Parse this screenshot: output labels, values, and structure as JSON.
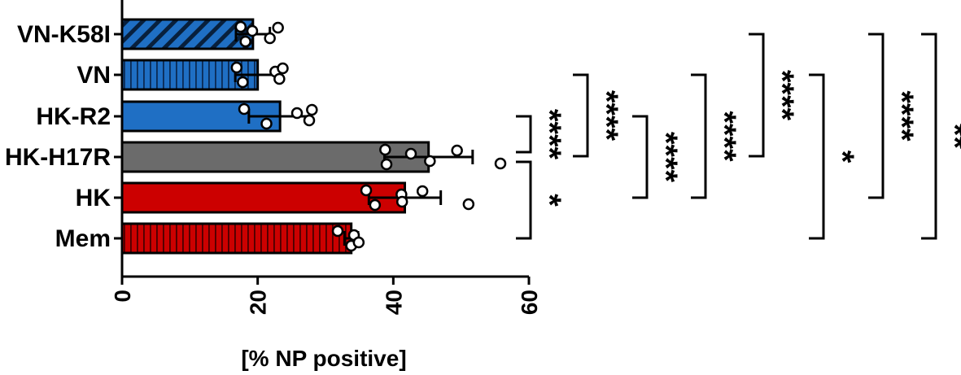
{
  "chart_data": {
    "type": "bar",
    "orientation": "horizontal",
    "title": "",
    "xlabel": "[% NP positive]",
    "ylabel": "",
    "xlim": [
      0,
      60
    ],
    "x_ticks": [
      "0",
      "20",
      "40",
      "60"
    ],
    "categories": [
      "VN-K58I",
      "VN",
      "HK-R2",
      "HK-H17R",
      "HK",
      "Mem"
    ],
    "bars": [
      {
        "category": "VN-K58I",
        "mean": 19.3,
        "error": 2.5,
        "color": "#1f6fc4",
        "pattern": "diagonal",
        "points": [
          17.5,
          18.2,
          19.2,
          21.8,
          23.0
        ]
      },
      {
        "category": "VN",
        "mean": 20.0,
        "error": 3.3,
        "color": "#1f6fc4",
        "pattern": "vertical",
        "points": [
          16.9,
          17.8,
          22.6,
          23.2,
          23.7
        ]
      },
      {
        "category": "HK-R2",
        "mean": 23.3,
        "error": 4.6,
        "color": "#1f6fc4",
        "pattern": "solid",
        "points": [
          18.0,
          21.3,
          25.8,
          27.6,
          28.0
        ]
      },
      {
        "category": "HK-H17R",
        "mean": 45.2,
        "error": 6.5,
        "color": "#6b6b6b",
        "pattern": "solid",
        "points": [
          38.8,
          39.0,
          42.6,
          45.4,
          49.4,
          55.8
        ]
      },
      {
        "category": "HK",
        "mean": 41.7,
        "error": 5.3,
        "color": "#cc0000",
        "pattern": "solid",
        "points": [
          36.0,
          37.3,
          41.2,
          41.3,
          44.3,
          51.1
        ]
      },
      {
        "category": "Mem",
        "mean": 33.8,
        "error": 1.0,
        "color": "#cc0000",
        "pattern": "vertical",
        "points": [
          31.8,
          33.8,
          34.2,
          34.9
        ]
      }
    ],
    "significance": [
      {
        "from": "HK-R2",
        "to": "HK-H17R",
        "label": "****"
      },
      {
        "from": "HK-H17R",
        "to": "Mem",
        "label": "*"
      },
      {
        "from": "VN",
        "to": "HK-H17R",
        "label": "****"
      },
      {
        "from": "HK-R2",
        "to": "HK",
        "label": "****"
      },
      {
        "from": "VN",
        "to": "HK",
        "label": "****"
      },
      {
        "from": "VN-K58I",
        "to": "HK-H17R",
        "label": "****"
      },
      {
        "from": "VN",
        "to": "Mem",
        "label": "*"
      },
      {
        "from": "VN-K58I",
        "to": "HK",
        "label": "****"
      },
      {
        "from": "VN-K58I",
        "to": "Mem",
        "label": "**"
      }
    ],
    "grid": false,
    "legend": "none"
  }
}
